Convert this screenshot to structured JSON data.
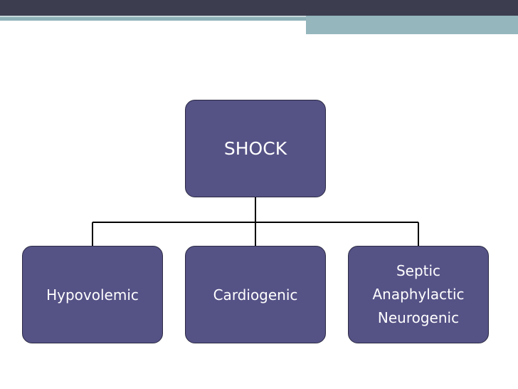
{
  "diagram": {
    "root": {
      "label": "SHOCK"
    },
    "children": [
      {
        "lines": [
          "Hypovolemic"
        ]
      },
      {
        "lines": [
          "Cardiogenic"
        ]
      },
      {
        "lines": [
          "Septic",
          "Anaphylactic",
          "Neurogenic"
        ]
      }
    ]
  },
  "colors": {
    "box_fill": "#555286",
    "box_border": "#2b2a44",
    "connector": "#000000",
    "banner_dark": "#3d3d50",
    "banner_accent": "#95b6bd"
  }
}
